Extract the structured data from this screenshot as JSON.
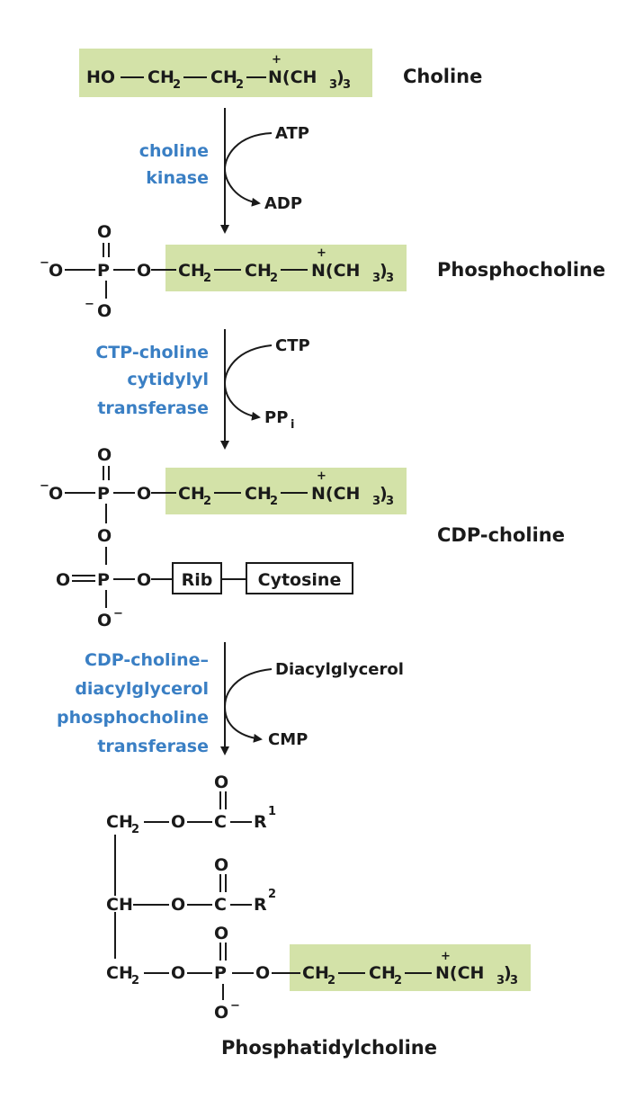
{
  "compounds": {
    "choline": "Choline",
    "phosphocholine": "Phosphocholine",
    "cdp_choline": "CDP-choline",
    "phosphatidylcholine": "Phosphatidylcholine"
  },
  "enzymes": {
    "step1": [
      "choline",
      "kinase"
    ],
    "step2": [
      "CTP-choline",
      "cytidylyl",
      "transferase"
    ],
    "step3": [
      "CDP-choline–",
      "diacylglycerol",
      "phosphocholine",
      "transferase"
    ]
  },
  "cofactors": {
    "step1_in": "ATP",
    "step1_out": "ADP",
    "step2_in": "CTP",
    "step2_out": "PP",
    "step2_out_sub": "i",
    "step3_in": "Diacylglycerol",
    "step3_out": "CMP"
  },
  "atoms": {
    "ho": "HO",
    "ch2": "CH",
    "two": "2",
    "ch": "CH",
    "n_trimethyl": "N(CH",
    "three": "3",
    "close": ")",
    "plus": "+",
    "minus": "−",
    "o": "O",
    "p": "P",
    "c": "C",
    "r": "R",
    "r1": "1",
    "r2": "2",
    "rib": "Rib",
    "cytosine": "Cytosine"
  },
  "colors": {
    "highlight": "#d3e2a8",
    "enzyme_text": "#3a7fc4"
  }
}
